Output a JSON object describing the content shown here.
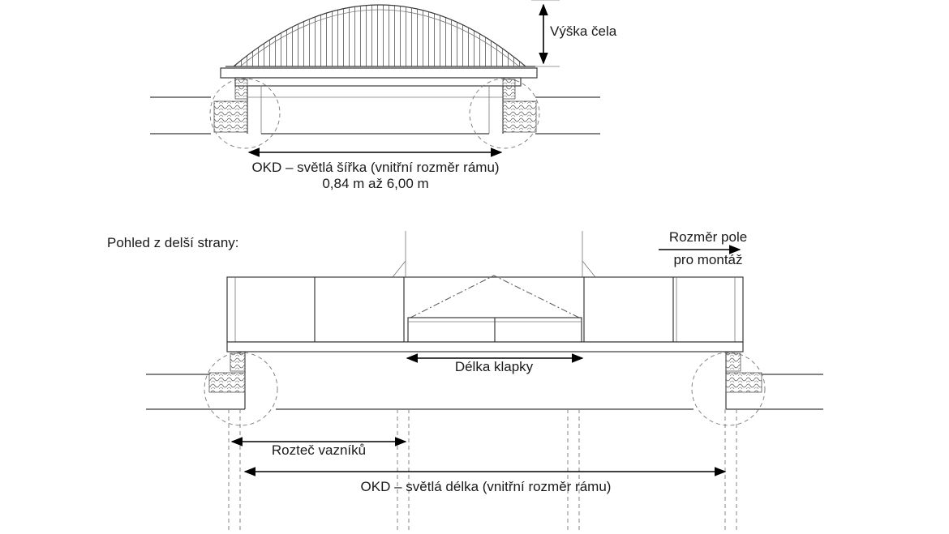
{
  "labels": {
    "vyska_cela": "Výška čela",
    "svetla_sirka": "OKD – světlá šířka (vnitřní rozměr rámu)",
    "sirka_rozsah": "0,84 m až 6,00 m",
    "pohled": "Pohled z delší strany:",
    "rozmer_pole_1": "Rozměr pole",
    "rozmer_pole_2": "pro montáž",
    "delka_klapky": "Délka klapky",
    "roztec_vazniku": "Rozteč vazníků",
    "svetla_delka": "OKD – světlá délka (vnitřní rozměr rámu)"
  }
}
